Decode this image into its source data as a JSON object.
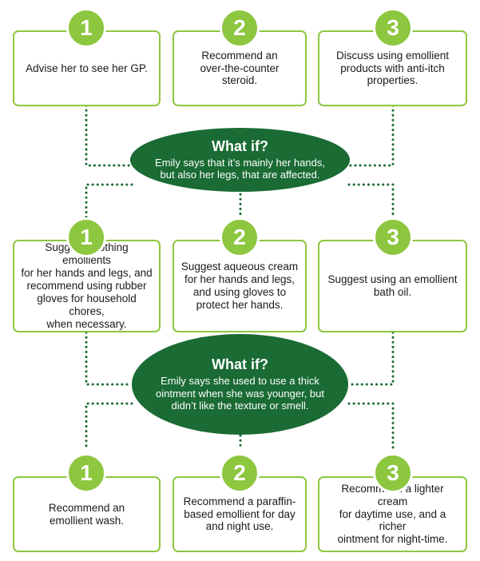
{
  "colors": {
    "accent": "#8dc63f",
    "dark_green": "#1a6b34",
    "dots": "#1a6b34"
  },
  "tier1": [
    {
      "number": "1",
      "text": "Advise her to see her GP."
    },
    {
      "number": "2",
      "text": "Recommend an\nover-the-counter\nsteroid."
    },
    {
      "number": "3",
      "text": "Discuss using emollient\nproducts with anti-itch\nproperties."
    }
  ],
  "whatif1": {
    "title": "What if?",
    "text": "Emily says that it’s mainly her hands,\nbut also her legs, that are affected."
  },
  "tier2": [
    {
      "number": "1",
      "text": "Suggest soothing emollients\nfor her hands and legs, and\nrecommend using rubber\ngloves for household chores,\nwhen necessary."
    },
    {
      "number": "2",
      "text": "Suggest aqueous cream\nfor her hands and legs,\nand using gloves to\nprotect her hands."
    },
    {
      "number": "3",
      "text": "Suggest using an emollient\nbath oil."
    }
  ],
  "whatif2": {
    "title": "What if?",
    "text": "Emily says she used to use a thick\nointment when she was younger, but\ndidn’t like the texture or smell."
  },
  "tier3": [
    {
      "number": "1",
      "text": "Recommend an\nemollient wash."
    },
    {
      "number": "2",
      "text": "Recommend a paraffin-\nbased emollient for day\nand night use."
    },
    {
      "number": "3",
      "text": "Recommend a lighter cream\nfor daytime use, and a richer\nointment for night-time."
    }
  ]
}
